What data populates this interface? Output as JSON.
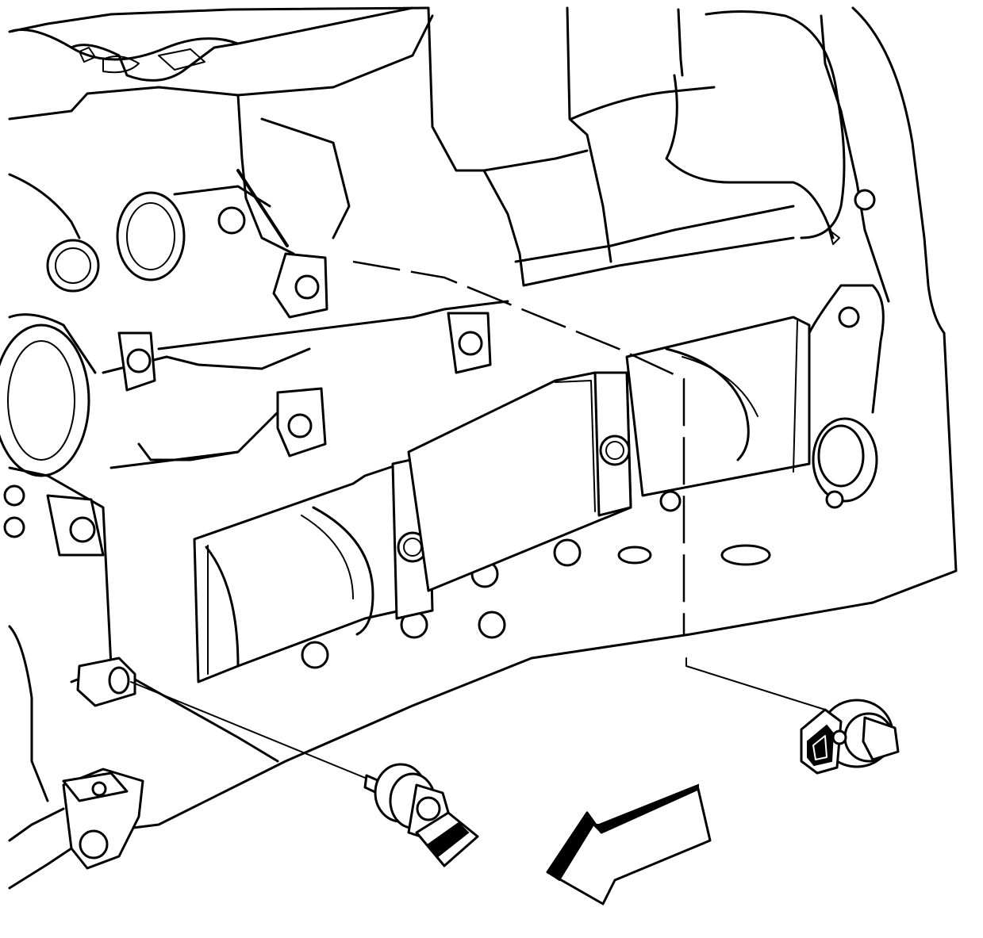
{
  "figure": {
    "background": "#ffffff",
    "line_color": "#000000",
    "parts": [
      "engine-block",
      "front-knock-sensor",
      "rear-knock-sensor",
      "direction-arrow"
    ]
  }
}
